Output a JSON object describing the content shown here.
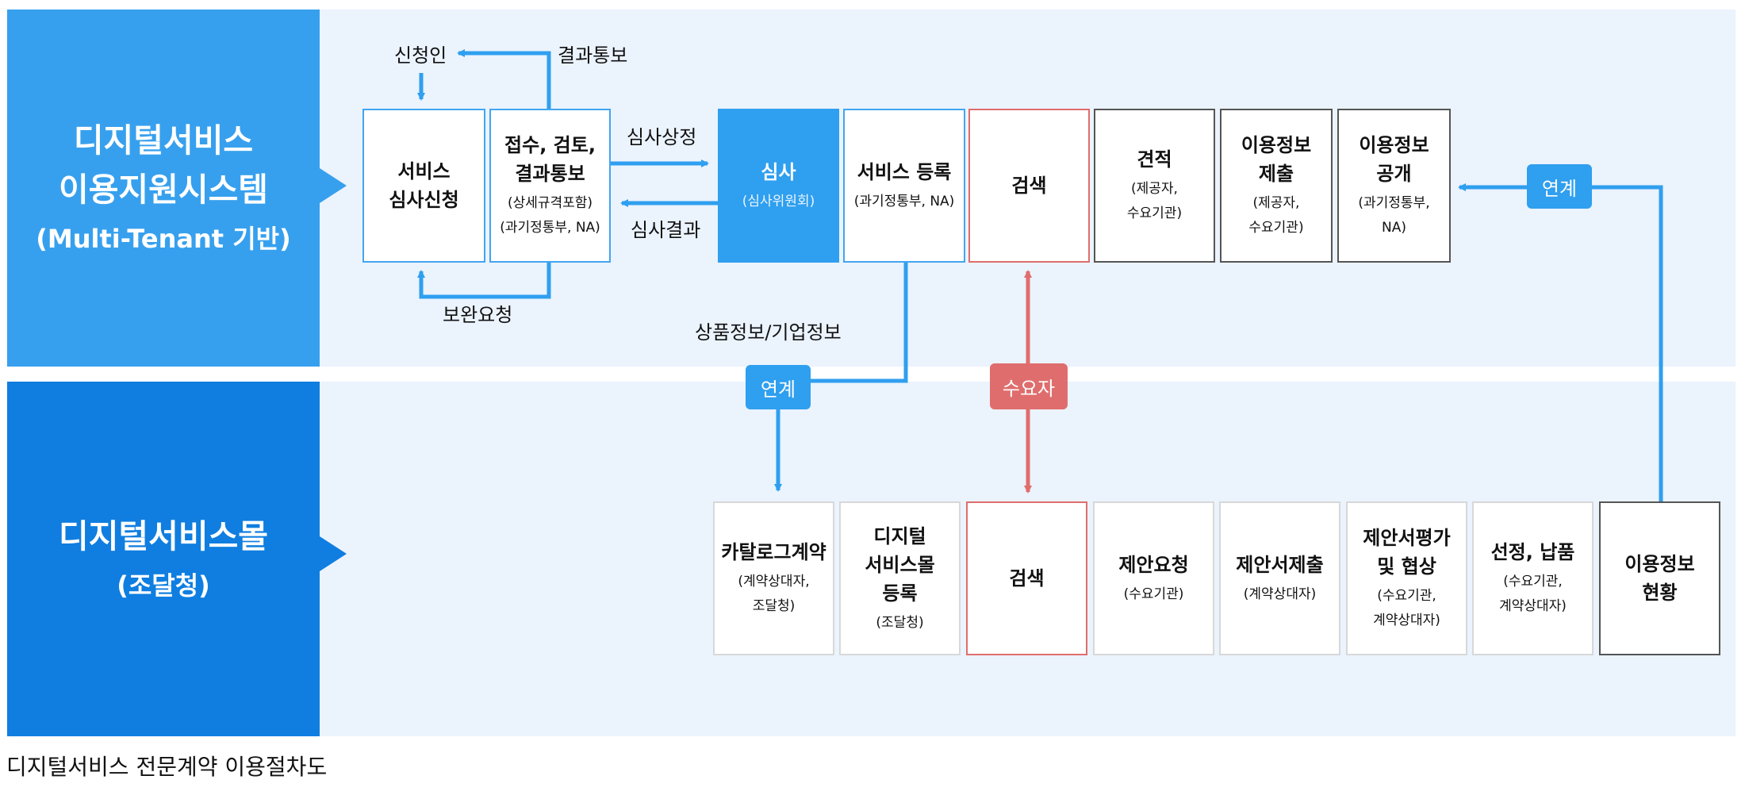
{
  "colors": {
    "blue_lane_label": "#37a0ee",
    "dark_lane_label": "#0f7ee0",
    "lane_bg": "#ebf3fd",
    "arrow_blue": "#2f9fef",
    "arrow_red": "#e06d6d"
  },
  "lanes": {
    "top": {
      "title": "디지털서비스\n이용지원시스템",
      "subtitle": "(Multi-Tenant 기반)"
    },
    "bottom": {
      "title": "디지털서비스몰",
      "subtitle": "(조달청)"
    }
  },
  "top_boxes": {
    "apply": {
      "main": "서비스\n심사신청"
    },
    "receive": {
      "main": "접수, 검토,\n결과통보",
      "sub": "(상세규격포함)\n(과기정통부, NA)"
    },
    "review": {
      "main": "심사",
      "sub": "(심사위원회)"
    },
    "register": {
      "main": "서비스 등록",
      "sub": "(과기정통부, NA)"
    },
    "search": {
      "main": "검색"
    },
    "quote": {
      "main": "견적",
      "sub": "(제공자,\n수요기관)"
    },
    "submit_info": {
      "main": "이용정보\n제출",
      "sub": "(제공자,\n수요기관)"
    },
    "publish_info": {
      "main": "이용정보\n공개",
      "sub": "(과기정통부,\nNA)"
    }
  },
  "bottom_boxes": {
    "catalog": {
      "main": "카탈로그계약",
      "sub": "(계약상대자,\n조달청)"
    },
    "mall_register": {
      "main": "디지털\n서비스몰\n등록",
      "sub": "(조달청)"
    },
    "search": {
      "main": "검색"
    },
    "proposal_request": {
      "main": "제안요청",
      "sub": "(수요기관)"
    },
    "proposal_submit": {
      "main": "제안서제출",
      "sub": "(계약상대자)"
    },
    "evaluation": {
      "main": "제안서평가\n및 협상",
      "sub": "(수요기관,\n계약상대자)"
    },
    "selection": {
      "main": "선정, 납품",
      "sub": "(수요기관,\n계약상대자)"
    },
    "usage_status": {
      "main": "이용정보\n현황"
    }
  },
  "labels": {
    "applicant": "신청인",
    "result_notice": "결과통보",
    "supplement_request": "보완요청",
    "review_referral": "심사상정",
    "review_result": "심사결과",
    "product_info": "상품정보/기업정보"
  },
  "pills": {
    "link_left": "연계",
    "consumer": "수요자",
    "link_right": "연계"
  },
  "caption": "디지털서비스 전문계약 이용절차도"
}
